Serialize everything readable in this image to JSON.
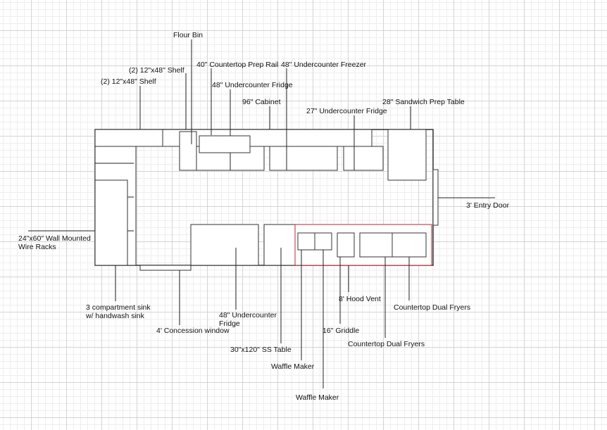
{
  "diagram": {
    "labels": {
      "flour_bin": "Flour Bin",
      "shelf_upper": "(2) 12\"x48\" Shelf",
      "shelf_lower": "(2) 12\"x48\" Shelf",
      "prep_rail": "40\" Countertop Prep Rail",
      "freezer": "48\" Undercounter Freezer",
      "fridge_top": "48\" Undercounter Fridge",
      "cabinet": "96\" Cabinet",
      "fridge_27": "27\" Undercounter Fridge",
      "sandwich_table": "28\" Sandwich Prep Table",
      "entry_door": "3' Entry Door",
      "wire_racks_1": "24\"x60\" Wall Mounted",
      "wire_racks_2": "Wire Racks",
      "sink_1": "3 compartment sink",
      "sink_2": "w/ handwash sink",
      "concession_window": "4' Concession window",
      "fridge_bottom_1": "48\" Undercounter",
      "fridge_bottom_2": "Fridge",
      "ss_table": "30\"x120\" SS Table",
      "waffle_maker_1": "Waffle Maker",
      "waffle_maker_2": "Waffle Maker",
      "griddle": "16\" Griddle",
      "hood_vent": "8' Hood Vent",
      "fryers_1": "Countertop Dual Fryers",
      "fryers_2": "Countertop Dual Fryers"
    }
  }
}
